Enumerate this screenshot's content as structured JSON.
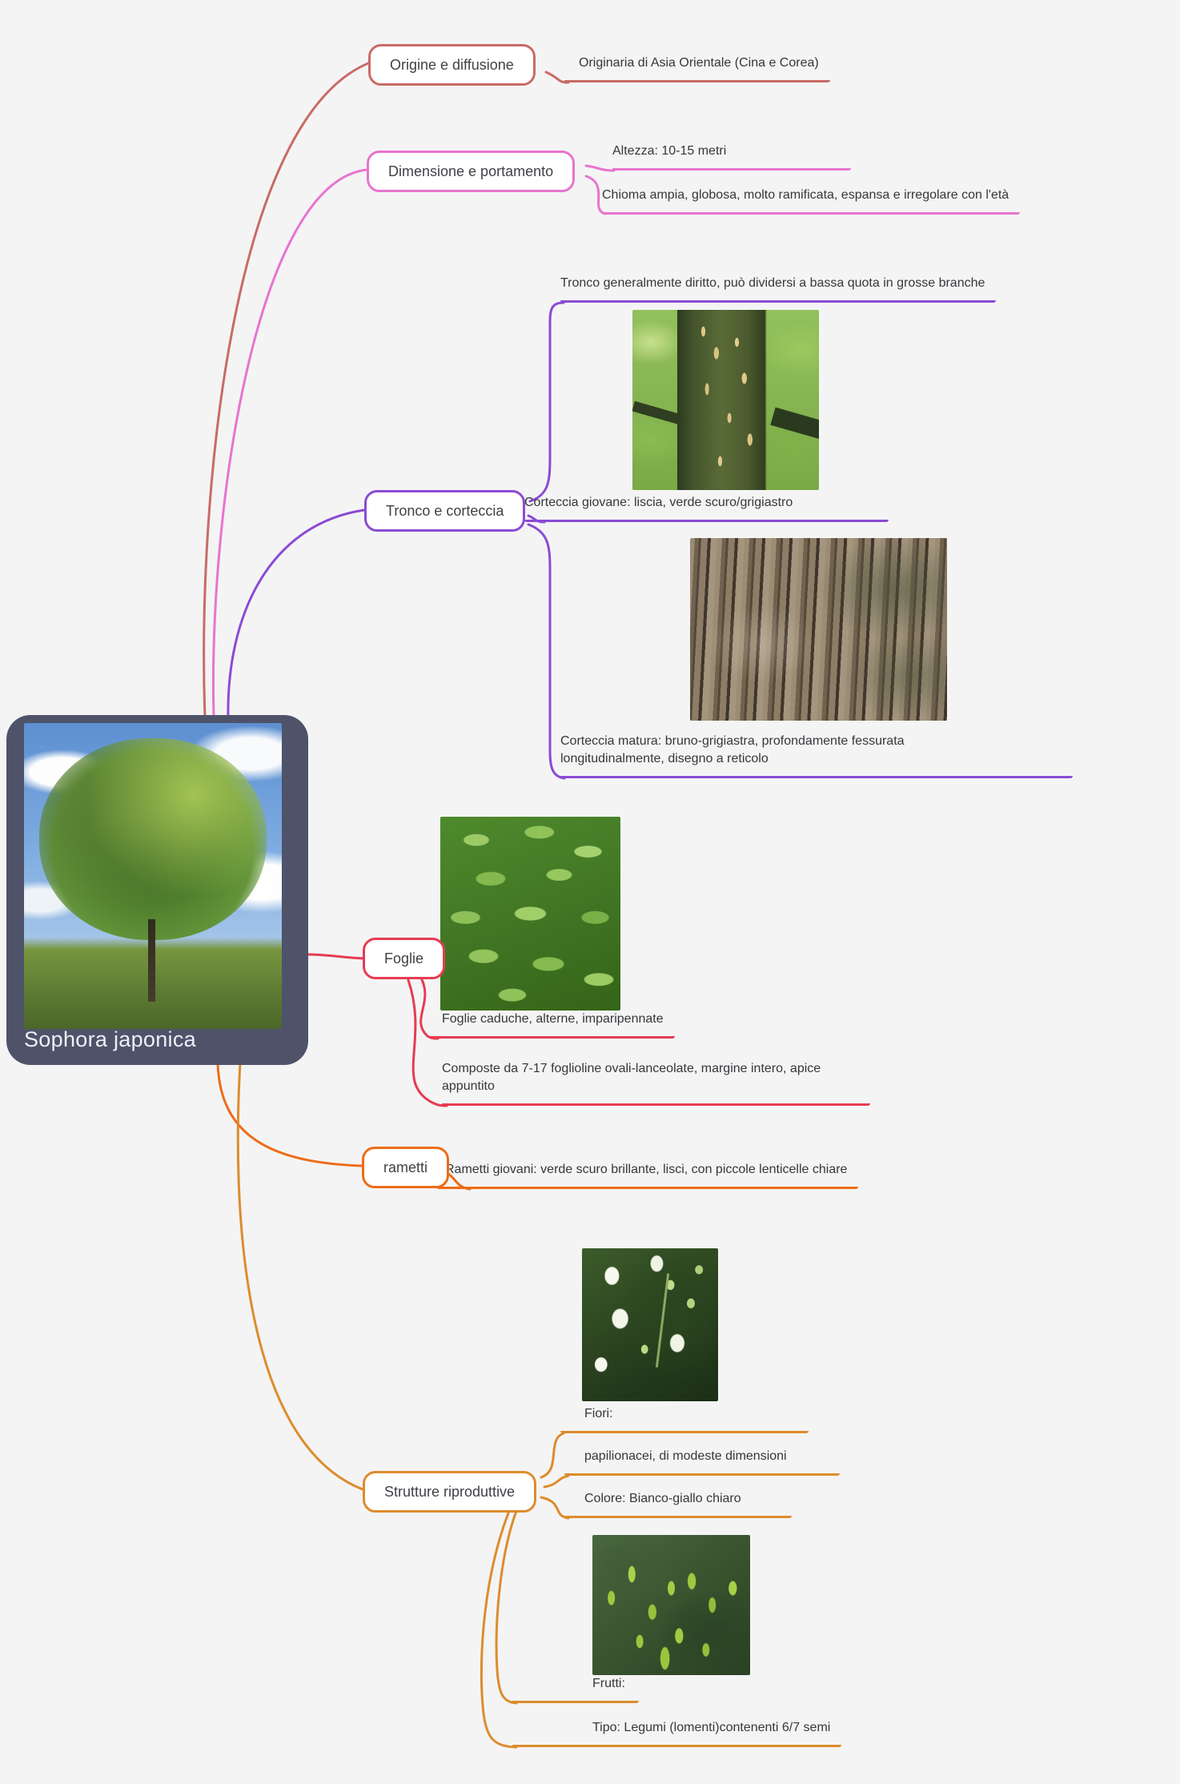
{
  "root": {
    "label": "Sophora japonica"
  },
  "colors": {
    "origine": "#c96b66",
    "dimensione": "#e874cf",
    "tronco": "#8b4bd4",
    "foglie": "#e63c52",
    "rametti": "#ee6c16",
    "strutture": "#dd8c2d",
    "root_fill": "#4f536a",
    "background": "#f4f4f5"
  },
  "branches": [
    {
      "label": "Origine e diffusione",
      "color": "#c96b66",
      "leaves": {
        "origin": "Originaria di Asia Orientale (Cina e Corea)"
      }
    },
    {
      "label": "Dimensione e portamento",
      "color": "#e874cf",
      "leaves": {
        "height": "Altezza: 10-15 metri",
        "crown": "Chioma ampia, globosa, molto ramificata, espansa e irregolare con l'età"
      }
    },
    {
      "label": "Tronco e corteccia",
      "color": "#8b4bd4",
      "leaves": {
        "trunk": "Tronco generalmente diritto, può dividersi a bassa quota in grosse branche",
        "young_bark": "Corteccia giovane: liscia, verde scuro/grigiastro",
        "mature_bark": "Corteccia matura: bruno-grigiastra, profondamente fessurata longitudinalmente, disegno a reticolo"
      }
    },
    {
      "label": "Foglie",
      "color": "#e63c52",
      "leaves": {
        "type": "Foglie caduche, alterne, imparipennate",
        "composition": "Composte da 7-17 foglioline ovali-lanceolate, margine intero, apice appuntito"
      }
    },
    {
      "label": "rametti",
      "color": "#ee6c16",
      "leaves": {
        "young_twigs": "Rametti giovani: verde scuro brillante, lisci, con piccole lenticelle chiare"
      }
    },
    {
      "label": "Strutture riproduttive",
      "color": "#dd8c2d",
      "leaves": {
        "flowers_title": "Fiori:",
        "flowers_type": "papilionacei, di modeste dimensioni",
        "flowers_color": "Colore: Bianco-giallo chiaro",
        "fruits_title": "Frutti:",
        "fruits_type": "Tipo: Legumi (lomenti)contenenti 6/7 semi"
      }
    }
  ]
}
